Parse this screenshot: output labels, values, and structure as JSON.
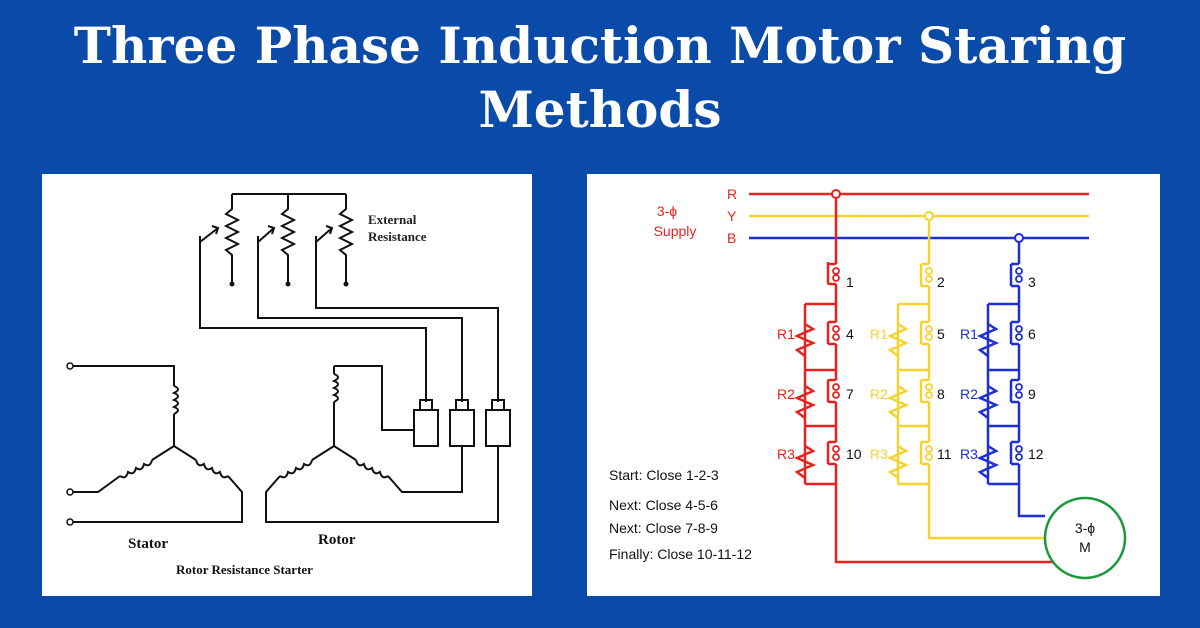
{
  "title": {
    "line1": "Three Phase Induction Motor Staring",
    "line2": "Methods"
  },
  "left_diagram": {
    "external_resistance_line1": "External",
    "external_resistance_line2": "Resistance",
    "stator_label": "Stator",
    "rotor_label": "Rotor",
    "caption": "Rotor Resistance Starter"
  },
  "right_diagram": {
    "phase_r": "R",
    "phase_y": "Y",
    "phase_b": "B",
    "supply_line1": "3-ϕ",
    "supply_line2": "Supply",
    "resistor_labels": [
      "R1",
      "R2",
      "R3"
    ],
    "switch_numbers": [
      "1",
      "2",
      "3",
      "4",
      "5",
      "6",
      "7",
      "8",
      "9",
      "10",
      "11",
      "12"
    ],
    "motor_line1": "3-ϕ",
    "motor_line2": "M",
    "steps": [
      "Start: Close 1-2-3",
      "Next: Close 4-5-6",
      "Next: Close 7-8-9",
      "Finally: Close 10-11-12"
    ],
    "colors": {
      "r": "#e8231f",
      "y": "#f5d22e",
      "b": "#1f2fd6",
      "motor": "#1a9a3a"
    }
  }
}
